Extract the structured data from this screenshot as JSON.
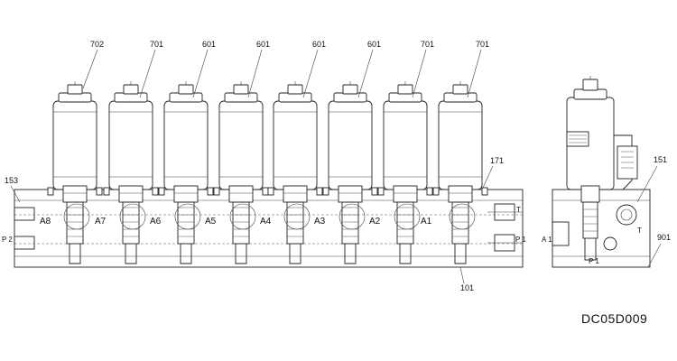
{
  "drawing_code": "DC05D009",
  "part_numbers": {
    "p702": "702",
    "p701": "701",
    "p601": "601",
    "p171": "171",
    "p153": "153",
    "p101": "101",
    "p151": "151",
    "p901": "901"
  },
  "ports": {
    "a8": "A8",
    "a7": "A7",
    "a6": "A6",
    "a5": "A5",
    "a4": "A4",
    "a3": "A3",
    "a2": "A2",
    "a1": "A1",
    "p1": "P 1",
    "p2": "P 2",
    "t": "T"
  },
  "side_view": {
    "a1": "A 1",
    "p1": "P 1",
    "t": "T"
  }
}
